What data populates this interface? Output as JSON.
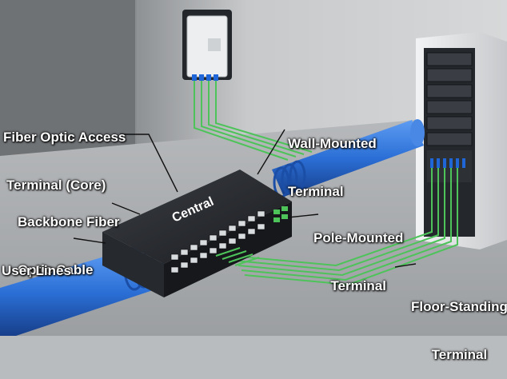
{
  "device": {
    "brand": "Central"
  },
  "labels": {
    "fiber_access_terminal": [
      "Fiber Optic Access",
      "Terminal (Core)"
    ],
    "backbone_cable": [
      "Backbone Fiber",
      "Optic Cable"
    ],
    "user_lines": [
      "User Lines"
    ],
    "wall_mounted": [
      "Wall-Mounted",
      "Terminal"
    ],
    "pole_mounted": [
      "Pole-Mounted",
      "Terminal"
    ],
    "floor_standing": [
      "Floor-Standing",
      "Terminal"
    ]
  },
  "colors": {
    "cable": "#2b6fd6",
    "fiber": "#4dc35a",
    "switch": "#1f2226",
    "wall": "#c9cbcc",
    "floor": "#a9abad",
    "rack": "#e2e4e6"
  }
}
